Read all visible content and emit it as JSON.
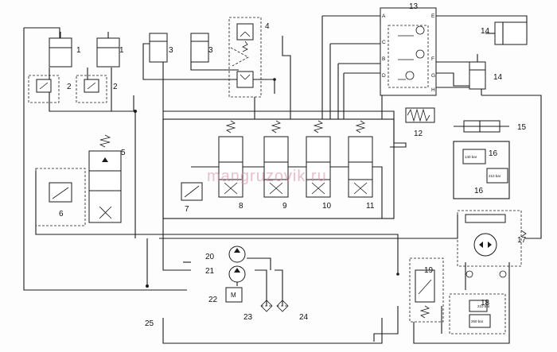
{
  "watermark": "mangruzovik.ru",
  "motor_label": "M",
  "ports": [
    "A",
    "B",
    "C",
    "D",
    "E",
    "F",
    "G",
    "H"
  ],
  "relief_settings": [
    "140 bar",
    "210 bar",
    "210 bar",
    "260 bar"
  ],
  "callouts": [
    "1",
    "1",
    "2",
    "2",
    "3",
    "3",
    "4",
    "5",
    "6",
    "7",
    "8",
    "9",
    "10",
    "11",
    "12",
    "13",
    "14",
    "14",
    "15",
    "16",
    "16",
    "17",
    "18",
    "19",
    "20",
    "21",
    "22",
    "23",
    "24",
    "25"
  ]
}
